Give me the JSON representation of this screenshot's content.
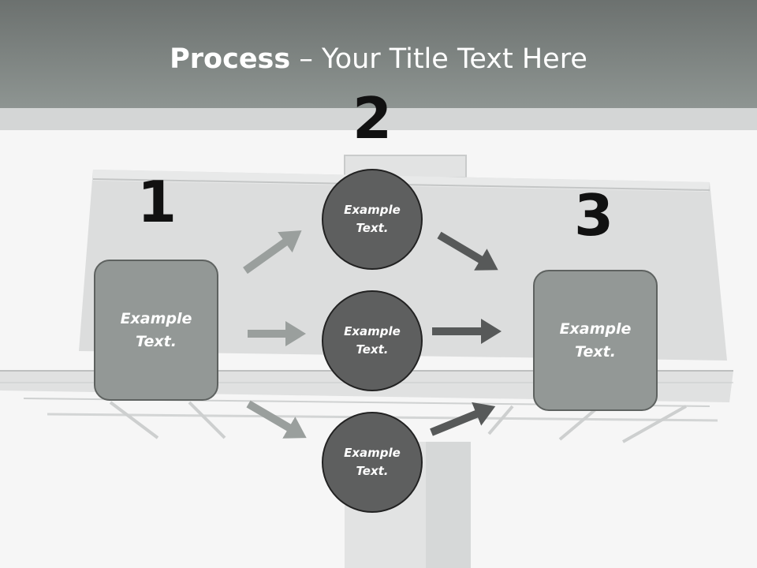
{
  "title": {
    "bold_part": "Process",
    "rest_part": " – Your Title Text Here"
  },
  "steps": {
    "one": "1",
    "two": "2",
    "three": "3"
  },
  "boxes": {
    "left": "Example Text.",
    "right": "Example Text."
  },
  "circles": {
    "top": "Example Text.",
    "middle": "Example Text.",
    "bottom": "Example Text."
  },
  "colors": {
    "header": "#7d8381",
    "box_fill": "#939896",
    "circle_fill": "#5e5f5f",
    "arrow_light": "#9a9f9d",
    "arrow_dark": "#575959"
  }
}
